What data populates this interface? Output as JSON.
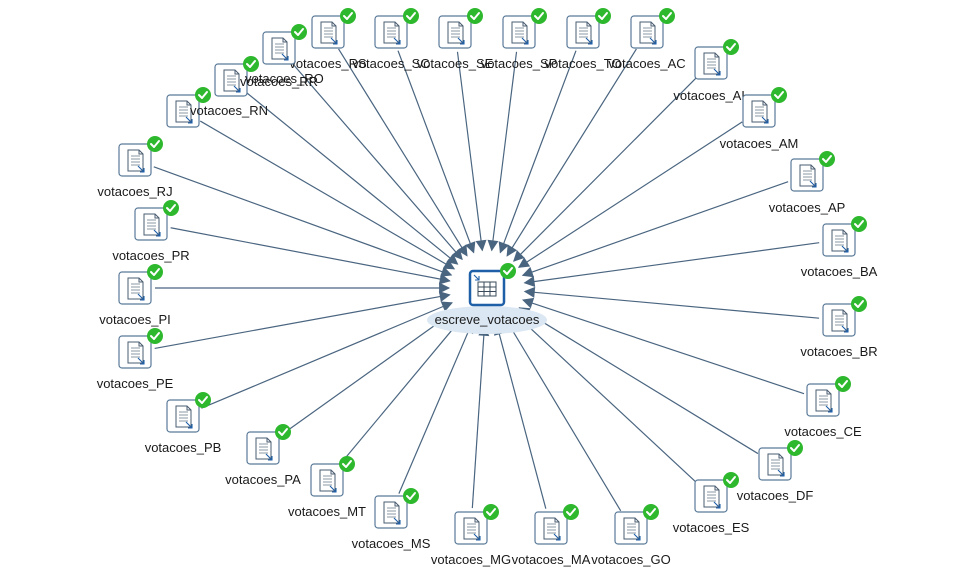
{
  "diagram": {
    "center": {
      "label": "escreve_votacoes",
      "icon": "table-output-icon",
      "status_icon": "check-icon"
    },
    "inputs": [
      {
        "label": "votacoes_RS",
        "icon": "text-file-input-icon",
        "status_icon": "check-icon"
      },
      {
        "label": "votacoes_SC",
        "icon": "text-file-input-icon",
        "status_icon": "check-icon"
      },
      {
        "label": "votacoes_SE",
        "icon": "text-file-input-icon",
        "status_icon": "check-icon"
      },
      {
        "label": "votacoes_SP",
        "icon": "text-file-input-icon",
        "status_icon": "check-icon"
      },
      {
        "label": "votacoes_TO",
        "icon": "text-file-input-icon",
        "status_icon": "check-icon"
      },
      {
        "label": "votacoes_AC",
        "icon": "text-file-input-icon",
        "status_icon": "check-icon"
      },
      {
        "label": "votacoes_AL",
        "icon": "text-file-input-icon",
        "status_icon": "check-icon"
      },
      {
        "label": "votacoes_AM",
        "icon": "text-file-input-icon",
        "status_icon": "check-icon"
      },
      {
        "label": "votacoes_AP",
        "icon": "text-file-input-icon",
        "status_icon": "check-icon"
      },
      {
        "label": "votacoes_BA",
        "icon": "text-file-input-icon",
        "status_icon": "check-icon"
      },
      {
        "label": "votacoes_BR",
        "icon": "text-file-input-icon",
        "status_icon": "check-icon"
      },
      {
        "label": "votacoes_CE",
        "icon": "text-file-input-icon",
        "status_icon": "check-icon"
      },
      {
        "label": "votacoes_DF",
        "icon": "text-file-input-icon",
        "status_icon": "check-icon"
      },
      {
        "label": "votacoes_ES",
        "icon": "text-file-input-icon",
        "status_icon": "check-icon"
      },
      {
        "label": "votacoes_GO",
        "icon": "text-file-input-icon",
        "status_icon": "check-icon"
      },
      {
        "label": "votacoes_MA",
        "icon": "text-file-input-icon",
        "status_icon": "check-icon"
      },
      {
        "label": "votacoes_MG",
        "icon": "text-file-input-icon",
        "status_icon": "check-icon"
      },
      {
        "label": "votacoes_MS",
        "icon": "text-file-input-icon",
        "status_icon": "check-icon"
      },
      {
        "label": "votacoes_MT",
        "icon": "text-file-input-icon",
        "status_icon": "check-icon"
      },
      {
        "label": "votacoes_PA",
        "icon": "text-file-input-icon",
        "status_icon": "check-icon"
      },
      {
        "label": "votacoes_PB",
        "icon": "text-file-input-icon",
        "status_icon": "check-icon"
      },
      {
        "label": "votacoes_PE",
        "icon": "text-file-input-icon",
        "status_icon": "check-icon"
      },
      {
        "label": "votacoes_PI",
        "icon": "text-file-input-icon",
        "status_icon": "check-icon"
      },
      {
        "label": "votacoes_PR",
        "icon": "text-file-input-icon",
        "status_icon": "check-icon"
      },
      {
        "label": "votacoes_RJ",
        "icon": "text-file-input-icon",
        "status_icon": "check-icon"
      },
      {
        "label": "votacoes_RN",
        "icon": "text-file-input-icon",
        "status_icon": "check-icon"
      },
      {
        "label": "votacoes_RO",
        "icon": "text-file-input-icon",
        "status_icon": "check-icon"
      },
      {
        "label": "votacoes_RR",
        "icon": "text-file-input-icon",
        "status_icon": "check-icon"
      }
    ]
  },
  "colors": {
    "hop_line": "#4a6580",
    "icon_border": "#5a7a99",
    "icon_fill": "#ffffff",
    "check": "#2eb82e",
    "center_border": "#1f5fa8",
    "center_halo": "#dbe7f3",
    "text": "#1a1a1a"
  }
}
